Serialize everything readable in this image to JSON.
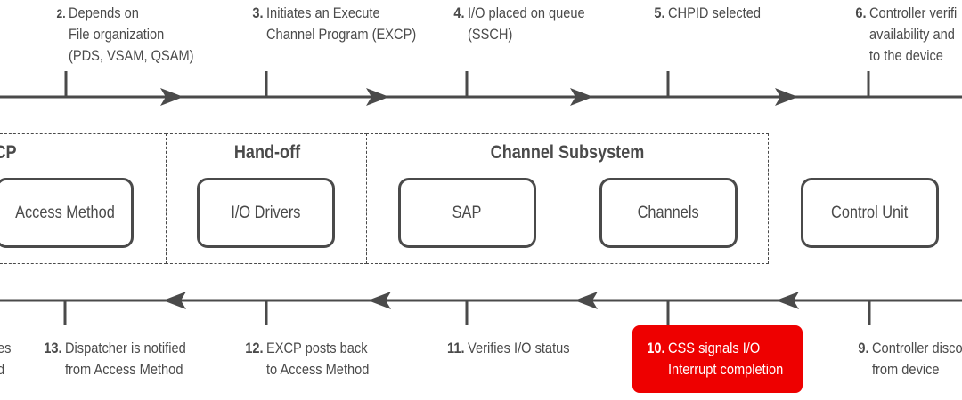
{
  "steps_top": [
    {
      "num": "2.",
      "lines": [
        "Depends on",
        "File organization",
        "(PDS, VSAM, QSAM)"
      ]
    },
    {
      "num": "3.",
      "lines": [
        "Initiates an Execute",
        "Channel Program (EXCP)"
      ]
    },
    {
      "num": "4.",
      "lines": [
        "I/O placed on queue",
        "(SSCH)"
      ]
    },
    {
      "num": "5.",
      "lines": [
        "CHPID selected"
      ]
    },
    {
      "num": "6.",
      "lines": [
        "Controller verifi",
        "availability and",
        "to the device"
      ]
    }
  ],
  "steps_bottom": [
    {
      "num": "",
      "lines": [
        "es",
        "d"
      ]
    },
    {
      "num": "13.",
      "lines": [
        "Dispatcher is notified",
        "from Access Method"
      ]
    },
    {
      "num": "12.",
      "lines": [
        "EXCP posts back",
        "to Access Method"
      ]
    },
    {
      "num": "11.",
      "lines": [
        "Verifies I/O status"
      ]
    },
    {
      "num": "10.",
      "lines": [
        "CSS signals I/O",
        "Interrupt completion"
      ]
    },
    {
      "num": "9.",
      "lines": [
        "Controller disco",
        "from device"
      ]
    }
  ],
  "groups": {
    "left_title": "CP",
    "handoff_title": "Hand-off",
    "css_title": "Channel Subsystem"
  },
  "boxes": {
    "access_method": "Access Method",
    "io_drivers": "I/O Drivers",
    "sap": "SAP",
    "channels": "Channels",
    "control_unit": "Control Unit"
  },
  "colors": {
    "line": "#4a4a4a",
    "highlight": "#ee0000"
  }
}
